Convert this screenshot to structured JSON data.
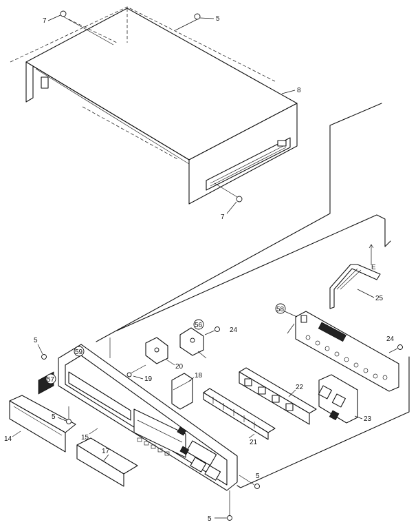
{
  "diagram": {
    "callouts": [
      {
        "id": "c7a",
        "text": "7"
      },
      {
        "id": "c5a",
        "text": "5"
      },
      {
        "id": "c8",
        "text": "8"
      },
      {
        "id": "c7b",
        "text": "7"
      },
      {
        "id": "cE",
        "text": "E"
      },
      {
        "id": "c25",
        "text": "25"
      },
      {
        "id": "c58",
        "text": "58"
      },
      {
        "id": "c56",
        "text": "56"
      },
      {
        "id": "c24a",
        "text": "24"
      },
      {
        "id": "c24b",
        "text": "24"
      },
      {
        "id": "c5b",
        "text": "5"
      },
      {
        "id": "c59",
        "text": "59"
      },
      {
        "id": "c20",
        "text": "20"
      },
      {
        "id": "c19",
        "text": "19"
      },
      {
        "id": "c18",
        "text": "18"
      },
      {
        "id": "c57",
        "text": "57"
      },
      {
        "id": "c22",
        "text": "22"
      },
      {
        "id": "c23",
        "text": "23"
      },
      {
        "id": "c5c",
        "text": "5"
      },
      {
        "id": "c14",
        "text": "14"
      },
      {
        "id": "c15",
        "text": "15"
      },
      {
        "id": "c17",
        "text": "17"
      },
      {
        "id": "c21",
        "text": "21"
      },
      {
        "id": "c5d",
        "text": "5"
      },
      {
        "id": "c5e",
        "text": "5"
      }
    ]
  }
}
